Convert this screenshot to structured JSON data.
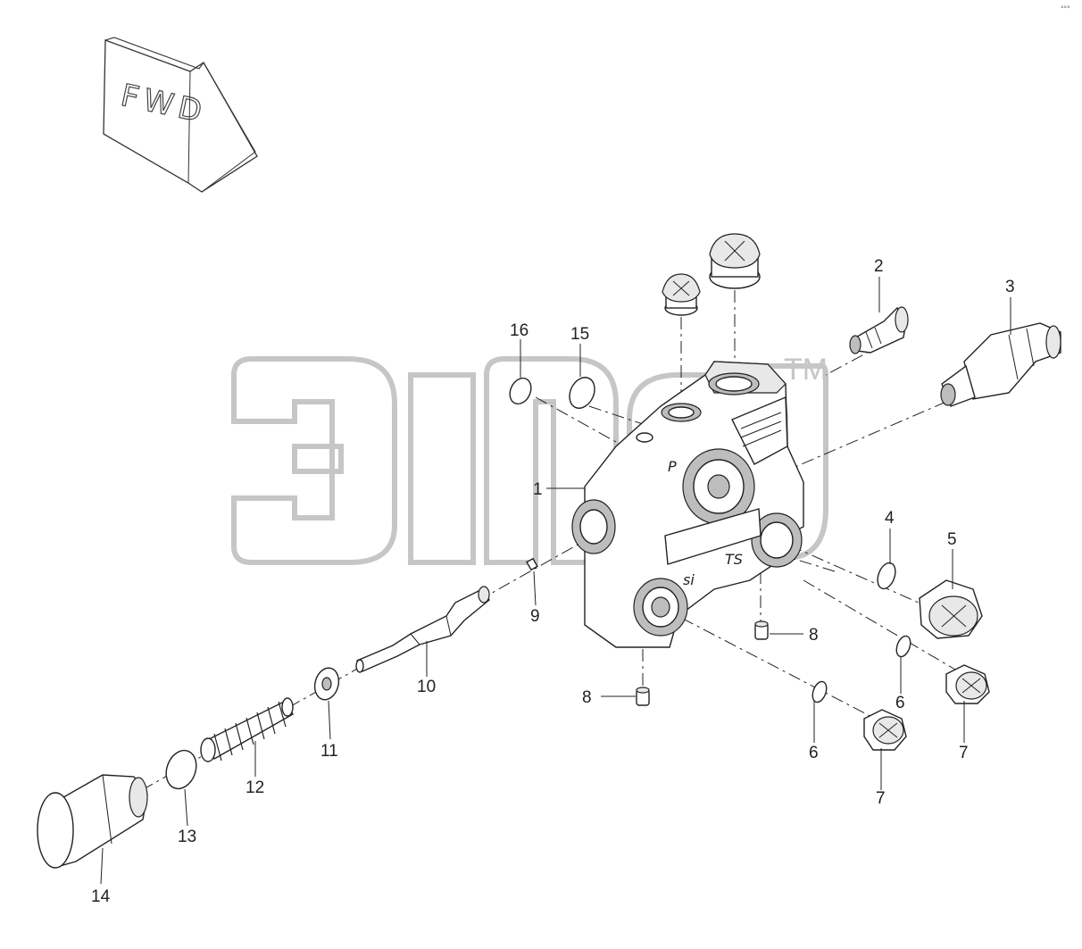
{
  "fwd_label": "FWD",
  "watermark_tm": "TM",
  "corner_marks": "°°°",
  "body_markings": {
    "port_p": "P",
    "label_si": "si",
    "label_ts": "TS"
  },
  "callouts": {
    "c1": "1",
    "c2": "2",
    "c3": "3",
    "c4": "4",
    "c5": "5",
    "c6a": "6",
    "c6b": "6",
    "c7a": "7",
    "c7b": "7",
    "c8a": "8",
    "c8b": "8",
    "c9": "9",
    "c10": "10",
    "c11": "11",
    "c12": "12",
    "c13": "13",
    "c14": "14",
    "c15": "15",
    "c16": "16"
  }
}
